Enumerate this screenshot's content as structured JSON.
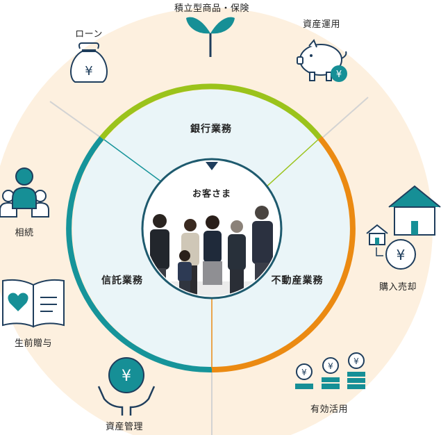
{
  "center": {
    "label": "お客さま"
  },
  "segments": [
    {
      "label": "銀行業務",
      "color": "#9BC31B"
    },
    {
      "label": "不動産業務",
      "color": "#EB8A12"
    },
    {
      "label": "信託業務",
      "color": "#16949A"
    }
  ],
  "services": [
    {
      "label": "積立型商品・保険",
      "icon": "sprout-icon"
    },
    {
      "label": "資産運用",
      "icon": "piggy-bank-icon"
    },
    {
      "label": "購入売却",
      "icon": "house-yen-icon"
    },
    {
      "label": "有効活用",
      "icon": "coin-stack-icon"
    },
    {
      "label": "資産管理",
      "icon": "hands-yen-icon"
    },
    {
      "label": "生前贈与",
      "icon": "book-heart-icon"
    },
    {
      "label": "相続",
      "icon": "family-icon"
    },
    {
      "label": "ローン",
      "icon": "money-bag-icon"
    }
  ],
  "colors": {
    "outer_fill": "#FDF0DF",
    "inner_fill": "#EAF5F8",
    "teal": "#168F96",
    "navy": "#1E3D5C",
    "line": "#D2D2D2"
  }
}
